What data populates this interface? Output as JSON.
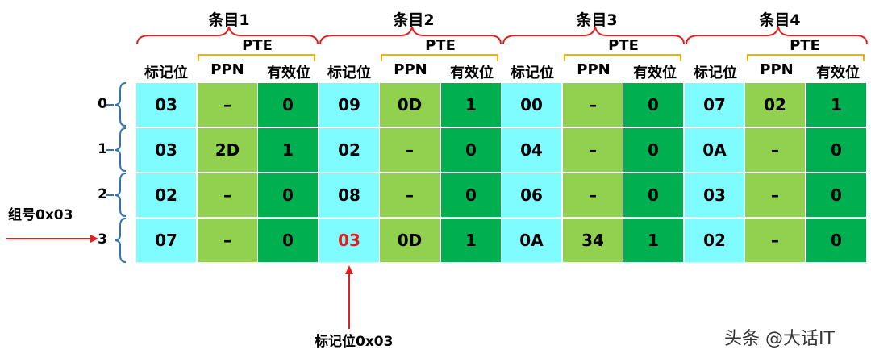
{
  "entries": [
    {
      "title": "条目1",
      "pte": "PTE"
    },
    {
      "title": "条目2",
      "pte": "PTE"
    },
    {
      "title": "条目3",
      "pte": "PTE"
    },
    {
      "title": "条目4",
      "pte": "PTE"
    }
  ],
  "columns": {
    "tag": "标记位",
    "ppn": "PPN",
    "valid": "有效位"
  },
  "row_labels": [
    "0",
    "1",
    "2",
    "3"
  ],
  "rows": [
    [
      "03",
      "–",
      "0",
      "09",
      "0D",
      "1",
      "00",
      "–",
      "0",
      "07",
      "02",
      "1"
    ],
    [
      "03",
      "2D",
      "1",
      "02",
      "–",
      "0",
      "04",
      "–",
      "0",
      "0A",
      "–",
      "0"
    ],
    [
      "02",
      "–",
      "0",
      "08",
      "–",
      "0",
      "06",
      "–",
      "0",
      "03",
      "–",
      "0"
    ],
    [
      "07",
      "–",
      "0",
      "03",
      "0D",
      "1",
      "0A",
      "34",
      "1",
      "02",
      "–",
      "0"
    ]
  ],
  "highlight": {
    "row": 3,
    "col": 3,
    "color": "#e02020"
  },
  "annotations": {
    "set_index": "组号0x03",
    "tag": "标记位0x03"
  },
  "watermark": "头条 @大话IT",
  "colors": {
    "tag": "#7ffcff",
    "ppn": "#92d050",
    "valid": "#00b050",
    "bracket_red": "#e02020",
    "bracket_yellow": "#f0b400",
    "bracket_blue": "#2e75b6"
  }
}
